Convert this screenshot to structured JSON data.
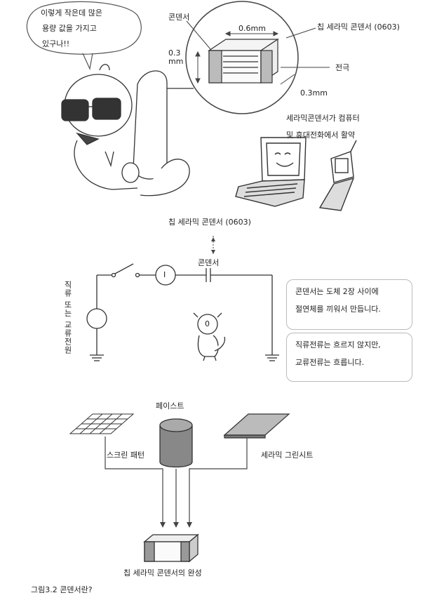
{
  "speech_bubble": {
    "lines": [
      "이렇게 작은데 많은",
      "용량 값을 가지고",
      "있구나!!"
    ]
  },
  "top_callout": {
    "capacitor_label": "콘덴서",
    "dim_length": "0.6mm",
    "dim_height": "0.3\nmm",
    "dim_width": "0.3mm",
    "chip_label": "칩 세라믹 콘덴서 (0603)",
    "electrode_label": "전극",
    "usage_note": [
      "세라믹콘덴서가 컴퓨터",
      "및 휴대전화에서 활약"
    ]
  },
  "middle": {
    "chip_caption": "칩 세라믹 콘덴서 (0603)",
    "circuit_capacitor_label": "콘덴서",
    "power_source_label": "직류 또는 교류전원",
    "meter_symbol": "I",
    "box1_lines": [
      "콘덴서는 도체 2장 사이에",
      "절연체를 끼워서 만듭니다."
    ],
    "box2_lines": [
      "직류전류는 흐르지 않지만,",
      "교류전류는 흐릅니다."
    ],
    "cat_meter_symbol": "0"
  },
  "bottom": {
    "paste_label": "페이스트",
    "screen_label": "스크린 패턴",
    "sheet_label": "세라믹 그린시트",
    "result_label": "칩 세라믹 콘덴서의 완성",
    "figure_caption": "그림3.2 콘덴서란?"
  }
}
